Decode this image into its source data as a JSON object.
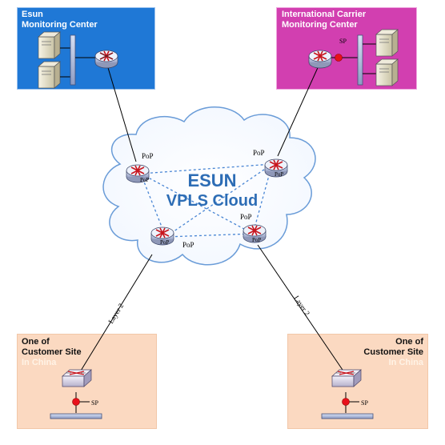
{
  "sites": {
    "esun_center": {
      "line1": "Esun",
      "line2": "Monitoring Center",
      "color": "#1f78d6"
    },
    "intl_center": {
      "line1": "International Carrier",
      "line2": "Monitoring Center",
      "color": "#d23fb0",
      "sp_label": "SP"
    },
    "customer_left": {
      "line1": "One of",
      "line2": "Customer Site",
      "line3": "In China",
      "color": "#fbd9c1",
      "sp_label": "SP"
    },
    "customer_right": {
      "line1": "One of",
      "line2": "Customer Site",
      "line3": "In China",
      "color": "#fbd9c1",
      "sp_label": "SP"
    }
  },
  "cloud": {
    "line1": "ESUN",
    "line2": "VPLS Cloud",
    "color": "#2d6db5"
  },
  "pops": {
    "label": "PoP",
    "router_label": "PoP",
    "top_left": "PoP",
    "top_right": "PoP",
    "bottom_left": "PoP",
    "bottom_right": "PoP"
  },
  "links": {
    "layer2_left": "Layer 2",
    "layer2_right": "Layer 2"
  }
}
